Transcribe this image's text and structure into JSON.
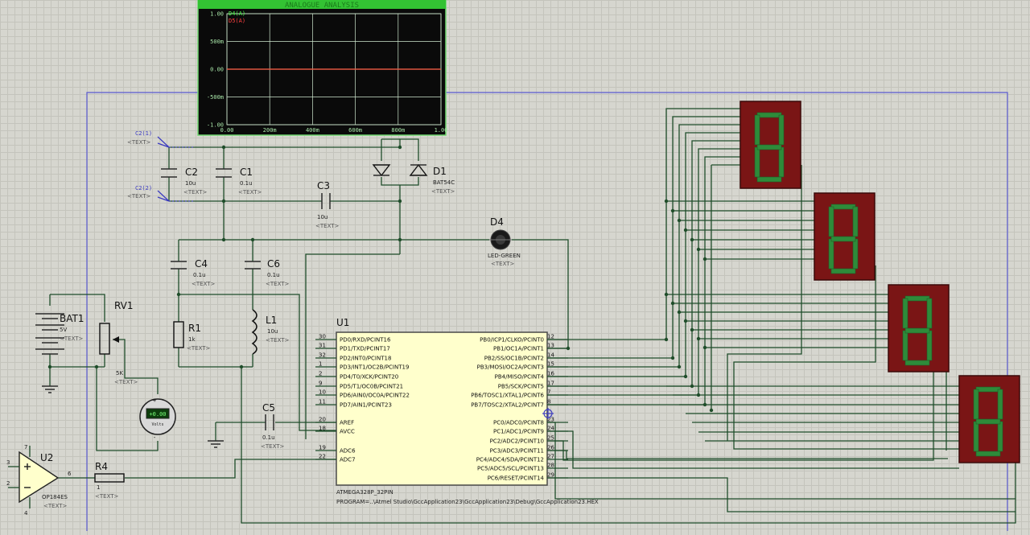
{
  "graph": {
    "title": "ANALOGUE ANALYSIS",
    "legend": [
      "D4(A)",
      "D5(A)"
    ],
    "legend_colors": [
      "#4cff4c",
      "#ff4040"
    ],
    "y_ticks": [
      "1.00",
      "500m",
      "0.00",
      "-500m",
      "-1.00"
    ],
    "x_ticks": [
      "0.00",
      "200m",
      "400m",
      "600m",
      "800m",
      "1.00"
    ]
  },
  "chart_data": {
    "type": "line",
    "title": "ANALOGUE ANALYSIS",
    "x": [
      0,
      0.2,
      0.4,
      0.6,
      0.8,
      1.0
    ],
    "series": [
      {
        "name": "D4(A)",
        "values": [
          0,
          0,
          0,
          0,
          0,
          0
        ]
      },
      {
        "name": "D5(A)",
        "values": [
          0,
          0,
          0,
          0,
          0,
          0
        ]
      }
    ],
    "xlim": [
      0,
      1.0
    ],
    "ylim": [
      -1.0,
      1.0
    ],
    "grid": true,
    "legend": "top-left"
  },
  "terminals": {
    "t1": "C2(1)",
    "t2": "C2(2)",
    "text": "<TEXT>"
  },
  "components": {
    "c2": {
      "name": "C2",
      "value": "10u"
    },
    "c1": {
      "name": "C1",
      "value": "0.1u"
    },
    "c3": {
      "name": "C3",
      "value": "10u"
    },
    "c4": {
      "name": "C4",
      "value": "0.1u"
    },
    "c6": {
      "name": "C6",
      "value": "0.1u"
    },
    "c5": {
      "name": "C5",
      "value": "0.1u"
    },
    "d1": {
      "name": "D1",
      "value": "BAT54C"
    },
    "d4": {
      "name": "D4",
      "value": "LED-GREEN"
    },
    "bat1": {
      "name": "BAT1",
      "value": "5V"
    },
    "rv1": {
      "name": "RV1",
      "value": "5K"
    },
    "r1": {
      "name": "R1",
      "value": "1k"
    },
    "l1": {
      "name": "L1",
      "value": "10u"
    },
    "r4": {
      "name": "R4",
      "value": "1"
    },
    "u2": {
      "name": "U2",
      "value": "OP184ES",
      "out_pin": "6",
      "pins": [
        "7",
        "3",
        "2",
        "4"
      ]
    },
    "voltmeter": {
      "readout": "+0.00",
      "unit": "Volts"
    },
    "u1": {
      "name": "U1",
      "part": "ATMEGA328P_32PIN",
      "program": "PROGRAM=..\\Atmel Studio\\GccApplication23\\GccApplication23\\Debug\\GccApplication23.HEX"
    }
  },
  "u1_left_pins": [
    {
      "num": "30",
      "label": "PD0/RXD/PCINT16"
    },
    {
      "num": "31",
      "label": "PD1/TXD/PCINT17"
    },
    {
      "num": "32",
      "label": "PD2/INT0/PCINT18"
    },
    {
      "num": "1",
      "label": "PD3/INT1/OC2B/PCINT19"
    },
    {
      "num": "2",
      "label": "PD4/T0/XCK/PCINT20"
    },
    {
      "num": "9",
      "label": "PD5/T1/OC0B/PCINT21"
    },
    {
      "num": "10",
      "label": "PD6/AIN0/OC0A/PCINT22"
    },
    {
      "num": "11",
      "label": "PD7/AIN1/PCINT23"
    },
    {
      "num": "20",
      "label": "AREF"
    },
    {
      "num": "18",
      "label": "AVCC"
    },
    {
      "num": "19",
      "label": "ADC6"
    },
    {
      "num": "22",
      "label": "ADC7"
    }
  ],
  "u1_right_pins": [
    {
      "num": "12",
      "label": "PB0/ICP1/CLKO/PCINT0"
    },
    {
      "num": "13",
      "label": "PB1/OC1A/PCINT1"
    },
    {
      "num": "14",
      "label": "PB2/SS/OC1B/PCINT2"
    },
    {
      "num": "15",
      "label": "PB3/MOSI/OC2A/PCINT3"
    },
    {
      "num": "16",
      "label": "PB4/MISO/PCINT4"
    },
    {
      "num": "17",
      "label": "PB5/SCK/PCINT5"
    },
    {
      "num": "7",
      "label": "PB6/TOSC1/XTAL1/PCINT6"
    },
    {
      "num": "8",
      "label": "PB7/TOSC2/XTAL2/PCINT7"
    },
    {
      "num": "23",
      "label": "PC0/ADC0/PCINT8"
    },
    {
      "num": "24",
      "label": "PC1/ADC1/PCINT9"
    },
    {
      "num": "25",
      "label": "PC2/ADC2/PCINT10"
    },
    {
      "num": "26",
      "label": "PC3/ADC3/PCINT11"
    },
    {
      "num": "27",
      "label": "PC4/ADC4/SDA/PCINT12"
    },
    {
      "num": "28",
      "label": "PC5/ADC5/SCL/PCINT13"
    },
    {
      "num": "29",
      "label": "PC6/RESET/PCINT14"
    }
  ],
  "seven_segment": {
    "digits": [
      "8",
      "8",
      "8",
      "8"
    ],
    "body_color": "#7a1515",
    "segment_color": "#2e8b3a"
  }
}
